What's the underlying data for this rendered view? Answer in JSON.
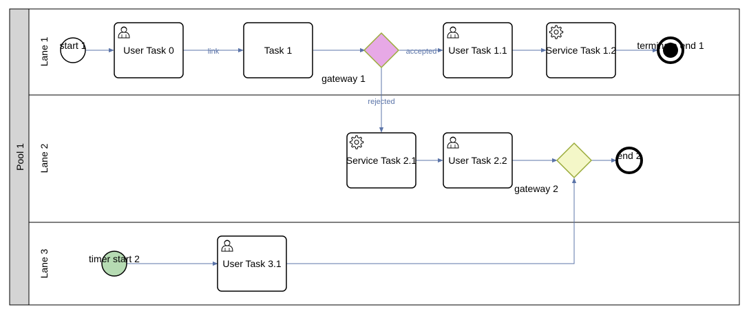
{
  "pool": {
    "label": "Pool 1"
  },
  "lanes": [
    {
      "label": "Lane 1"
    },
    {
      "label": "Lane 2"
    },
    {
      "label": "Lane 3"
    }
  ],
  "events": {
    "start_1": "start 1",
    "timer_start_2": "timer start 2",
    "terminate_end_1": "terminate end 1",
    "end_2": "end 2"
  },
  "tasks": {
    "user_task_0": "User Task 0",
    "task_1": "Task 1",
    "user_task_1_1": "User Task 1.1",
    "service_task_1_2": "Service Task 1.2",
    "service_task_2_1": "Service Task 2.1",
    "user_task_2_2": "User Task 2.2",
    "user_task_3_1": "User Task 3.1"
  },
  "gateways": {
    "gateway_1": "gateway 1",
    "gateway_2": "gateway 2"
  },
  "flows": {
    "link": "link",
    "accepted": "accepted",
    "rejected": "rejected"
  },
  "colors": {
    "flow": "#5b74a8",
    "gateway_1_fill": "#e7a9e6",
    "gateway_2_fill": "#f4f7c8",
    "gateway_stroke": "#9aab3a",
    "timer_fill": "#b6dbb3",
    "pool_header": "#d4d4d4"
  }
}
